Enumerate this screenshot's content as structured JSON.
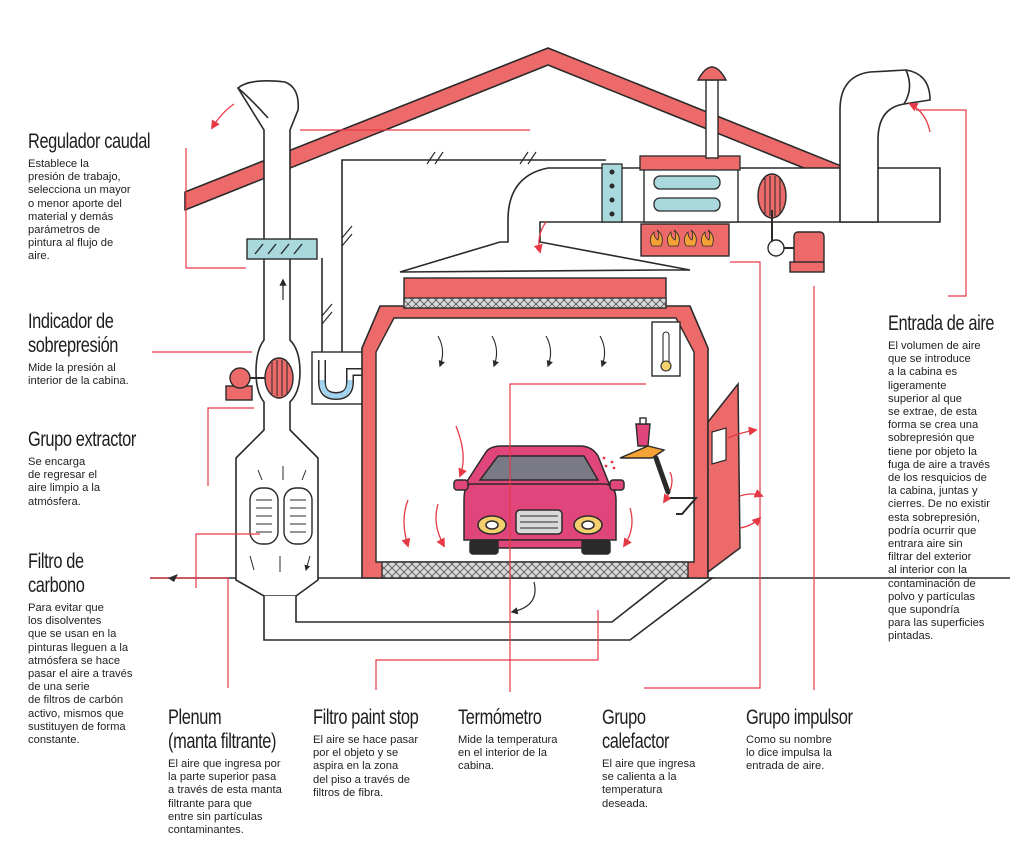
{
  "colors": {
    "accent": "#ec6a6a",
    "line": "#2a2a2a",
    "arrow": "#e63946",
    "filter_blue": "#a9d9dd",
    "car": "#e0457b",
    "flame": "#f4a236",
    "water": "#9fd3ef"
  },
  "labels": {
    "regulador": {
      "title": "Regulador caudal",
      "text": "Establece la\npresión de trabajo,\nselecciona un mayor\no menor aporte del\nmaterial y demás\nparámetros de\npintura al flujo de\naire."
    },
    "indicador": {
      "title1": "Indicador de",
      "title2": "sobrepresión",
      "text": "Mide la presión al\ninterior de la cabina."
    },
    "extractor": {
      "title": "Grupo extractor",
      "text": "Se encarga\nde regresar el\naire limpio a la\natmósfera."
    },
    "filtro_carbono": {
      "title1": "Filtro de",
      "title2": "carbono",
      "text": "Para evitar que\nlos disolventes\nque se usan en la\npinturas lleguen a la\natmósfera se hace\npasar el aire a través\nde una serie\nde filtros de carbón\nactivo, mismos que\nsustituyen de forma\nconstante."
    },
    "plenum": {
      "title1": "Plenum",
      "title2": "(manta filtrante)",
      "text": "El aire que ingresa por\nla parte superior pasa\na través de esta manta\nfiltrante para que\nentre sin partículas\ncontaminantes."
    },
    "paint_stop": {
      "title": "Filtro paint stop",
      "text": "El aire se hace pasar\npor el objeto y se\naspira en la zona\ndel piso a través de\nfiltros de fibra."
    },
    "termometro": {
      "title": "Termómetro",
      "text": "Mide la temperatura\nen el interior de la\ncabina."
    },
    "calefactor": {
      "title1": "Grupo",
      "title2": "calefactor",
      "text": "El aire que ingresa\nse calienta a la\ntemperatura\ndeseada."
    },
    "impulsor": {
      "title": "Grupo impulsor",
      "text": "Como su nombre\nlo dice impulsa la\nentrada de aire."
    },
    "entrada": {
      "title": "Entrada de aire",
      "text": "El volumen de aire\nque se introduce\na la cabina es\nligeramente\nsuperior al que\nse extrae, de esta\nforma se crea una\nsobrepresión que\ntiene por objeto la\nfuga de aire a través\nde los resquicios de\nla cabina, juntas y\ncierres. De no existir\nesta sobrepresión,\npodría ocurrir que\nentrara aire sin\nfiltrar del exterior\nal interior con la\ncontaminación de\npolvo y partículas\nque supondría\npara las superficies\npintadas."
    }
  }
}
